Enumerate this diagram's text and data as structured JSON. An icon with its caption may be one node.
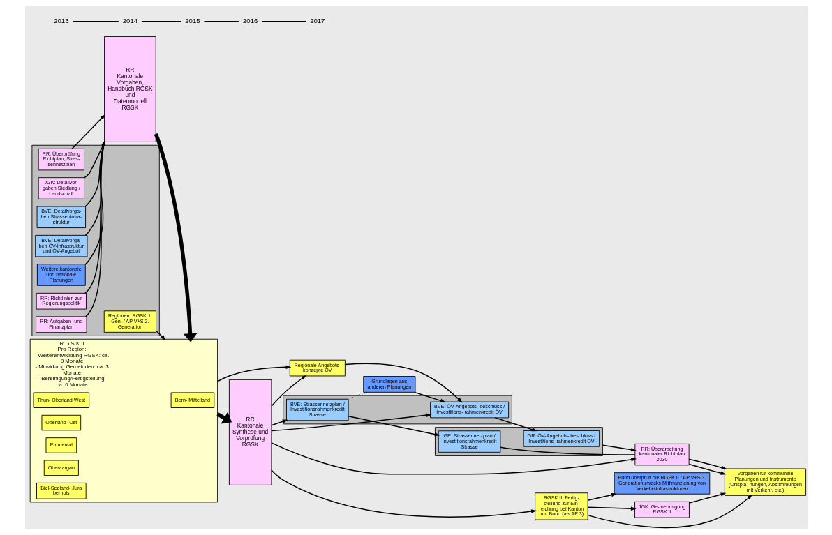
{
  "diagram": {
    "nodes": [
      {
        "text": [],
        "shape": "box"
      },
      {
        "text": [
          "RR: Richtlinien zur Regierungspolitik"
        ],
        "in": 0
      },
      {
        "text": [
          "RR: Aufgaben- und Finanzplan"
        ],
        "in": 0
      },
      {
        "text": [
          "RR: Überprüfung Richtplan, Stras- sennetzplan"
        ],
        "in": 0
      },
      {
        "text": [
          "JGK: Detailvor- gaben Siedlung / Landschaft"
        ],
        "in": 0
      },
      {
        "text": [
          "BVE: Detailvorga- ben Strasseninfra- struktur"
        ],
        "in": 0
      },
      {
        "text": [
          "BVE: Detailvorga- ben ÖV-Infrastruktur und ÖV-Angebot"
        ],
        "in": 0
      },
      {
        "text": [
          "Weitere kantonale und nationale Planungen"
        ],
        "in": 0
      },
      {
        "text": [
          "Regionen: RGSK 1. Gen. / AP V+S 2. Generation"
        ],
        "in": 0
      },
      {
        "text": [
          "RR",
          "Kantonale Vorgaben, Handbuch RGSK und Datenmodell RGSK"
        ]
      },
      {
        "text": [
          "R G S K II",
          "Pro Region:",
          "- Weiterentwicklung RGSK: ca. 9 Monate",
          "- Mitwirkung Gemeinden: ca. 3 Monate",
          "- Bereinigung/Fertigstellung: ca. 6 Monate"
        ]
      },
      {
        "text": [
          "Bern- Mittelland"
        ],
        "in": 10
      },
      {
        "text": [
          "Thun- Oberland West"
        ],
        "in": 10
      },
      {
        "text": [
          "Oberland- Ost"
        ],
        "in": 10
      },
      {
        "text": [
          "Emmental"
        ],
        "in": 10
      },
      {
        "text": [
          "Oberaargau"
        ],
        "in": 10
      },
      {
        "text": [
          "Biel-Seeland- Jura bernois"
        ],
        "in": 10
      },
      {
        "text": [
          "RR",
          "Kantonale Synthese und Vorprüfung RGSK"
        ]
      },
      {
        "text": [
          "RGSK II: Fertig- stellung zur Ein- reichung bei Kanton und Bund (als AP 3)"
        ]
      },
      {
        "text": [
          "Bund überprüft die RGSK II / AP V+S 3. Generation zwecks Mitfinanzierung von Verkehrsinfrastrukturen"
        ]
      },
      {
        "text": [
          "JGK: Ge- nehmigung RGSK II"
        ]
      },
      {
        "text": [
          "Vorgaben für kommunale Planungen und Instrumente (Ortspla- nungen, Abstimmungen mit Verkehr, etc.)"
        ]
      },
      {
        "text": [
          "RR: Überarbeitung kantonaler Richtplan 2030"
        ]
      },
      {
        "text": [],
        "shape": "box"
      },
      {
        "text": [
          "BVE: Strassennetzplan / Investitionsrahmenkredit Strasse"
        ],
        "in": 23
      },
      {
        "text": [
          "BVE: ÖV-Angebots- beschluss / Investitions- rahmenkredit ÖV"
        ],
        "in": 23
      },
      {
        "text": [],
        "shape": "box"
      },
      {
        "text": [
          "GR: Strassennetzplan / Investitionsrahmenkredit Strasse"
        ],
        "in": 26
      },
      {
        "text": [
          "GR: ÖV-Angebots- beschluss / Investitions- rahmenkredit ÖV"
        ],
        "in": 26
      },
      {
        "text": [
          "Regionale Angebots- konzepte ÖV"
        ]
      },
      {
        "text": [
          "Grundlagen aus anderen Planungen"
        ]
      }
    ],
    "edges": [
      {
        "from": 1,
        "to": 9,
        "arrow": "to"
      },
      {
        "from": 2,
        "to": 9,
        "arrow": "to"
      },
      {
        "from": 3,
        "to": 9,
        "arrow": "to"
      },
      {
        "from": 4,
        "to": 9,
        "arrow": "to"
      },
      {
        "from": 5,
        "to": 9,
        "arrow": "to"
      },
      {
        "from": 6,
        "to": 9,
        "arrow": "to"
      },
      {
        "from": 7,
        "to": 9,
        "arrow": "to"
      },
      {
        "from": 9,
        "to": 10,
        "arrow": "to",
        "style": "thick"
      },
      {
        "from": 8,
        "to": 10,
        "arrow": "to"
      },
      {
        "from": 10,
        "to": 17,
        "arrow": "to",
        "style": "thick"
      },
      {
        "from": 10,
        "to": 29,
        "arrow": "to"
      },
      {
        "from": 17,
        "to": 18,
        "arrow": "to"
      },
      {
        "from": 18,
        "to": 19,
        "arrow": "to"
      },
      {
        "from": 18,
        "to": 21,
        "arrow": "to"
      },
      {
        "from": 18,
        "to": 20,
        "arrow": "to"
      },
      {
        "from": 20,
        "to": 21,
        "arrow": "to"
      },
      {
        "from": 17,
        "to": 22,
        "arrow": "to"
      },
      {
        "from": 22,
        "to": 21,
        "arrow": "to"
      },
      {
        "from": 22,
        "to": 21,
        "arrow": "to"
      },
      {
        "from": 26,
        "to": 22,
        "arrow": "to"
      },
      {
        "from": 27,
        "to": 22,
        "arrow": "none"
      },
      {
        "from": 17,
        "to": 24,
        "arrow": "to"
      },
      {
        "from": 17,
        "to": 25,
        "arrow": "to"
      },
      {
        "from": 17,
        "to": 29,
        "arrow": "to"
      },
      {
        "from": 24,
        "to": 27,
        "arrow": "to"
      },
      {
        "from": 25,
        "to": 28,
        "arrow": "to"
      },
      {
        "from": 29,
        "to": 25,
        "arrow": "to"
      },
      {
        "from": 30,
        "to": 25,
        "arrow": "to"
      },
      {
        "from": 24,
        "to": 30,
        "arrow": "none",
        "style": "dashed"
      }
    ],
    "labels": [
      "2013",
      "2014",
      "2015",
      "2016",
      "2017"
    ]
  }
}
